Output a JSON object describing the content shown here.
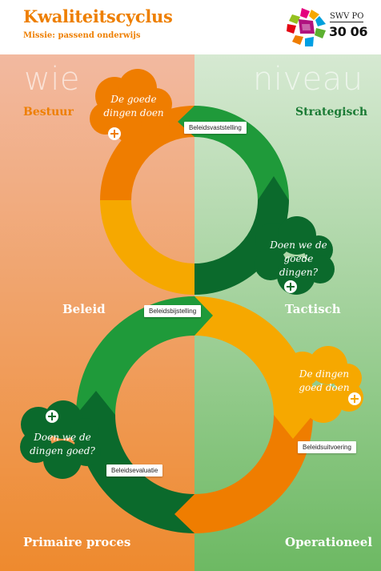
{
  "header": {
    "title": "Kwaliteitscyclus",
    "subtitle": "Missie: passend onderwijs",
    "logo_line1": "SWV PO",
    "logo_line2": "30 06"
  },
  "diagram": {
    "left_heading": "wie",
    "right_heading": "niveau",
    "left_top_label": "Bestuur",
    "right_top_label": "Strategisch",
    "left_mid_label": "Beleid",
    "right_mid_label": "Tactisch",
    "left_bottom_label": "Primaire proces",
    "right_bottom_label": "Operationeel",
    "tags": {
      "vaststelling": "Beleidsvaststelling",
      "bijstelling": "Beleidsbijstelling",
      "uitvoering": "Beleidsuitvoering",
      "evaluatie": "Beleidsevaluatie"
    },
    "clouds": {
      "goede_dingen_doen": "De goede dingen doen",
      "doen_we_goede_dingen": "Doen we de goede dingen?",
      "dingen_goed_doen": "De dingen goed doen",
      "doen_we_dingen_goed": "Doen we de dingen goed?"
    },
    "colors": {
      "orange": "#ef7d00",
      "light_orange": "#f6a800",
      "green": "#1f9a3a",
      "dark_green": "#0b6a2c",
      "bg_left_top": "#f2b9a0",
      "bg_left_bottom": "#ee8f3a",
      "bg_right_top": "#d6e9d2",
      "bg_right_bottom": "#74bd6a"
    }
  }
}
